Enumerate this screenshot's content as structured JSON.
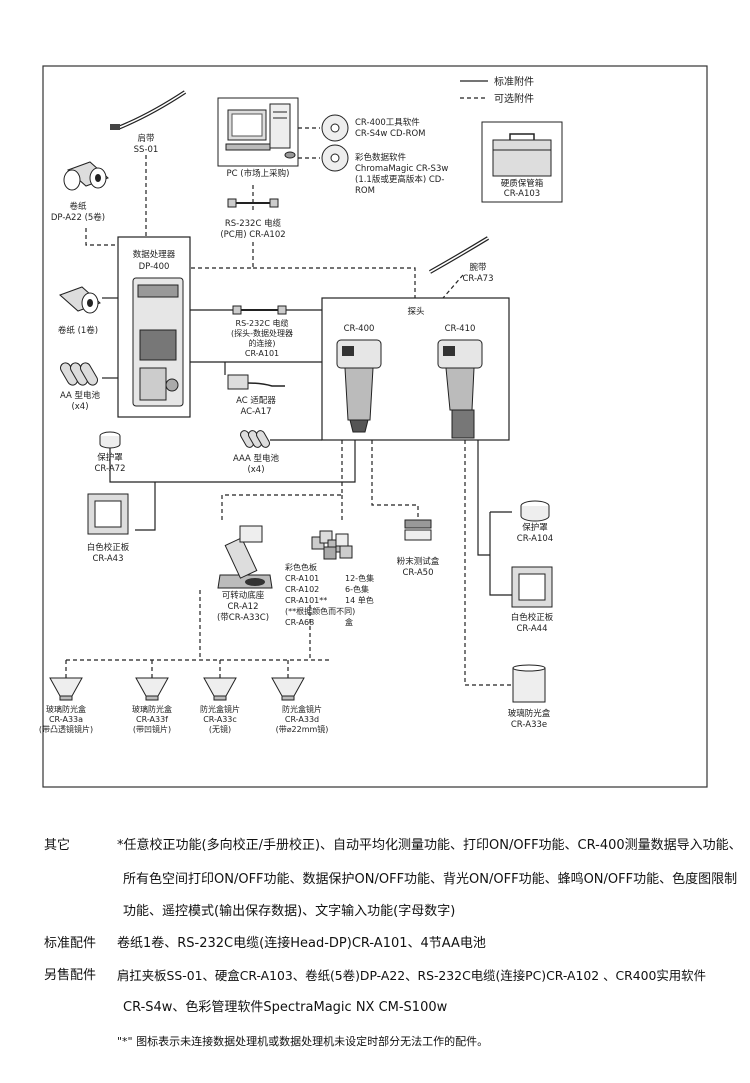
{
  "legend": {
    "standard": "标准附件",
    "optional": "可选附件"
  },
  "items": {
    "strap": [
      "肩带",
      "SS-01"
    ],
    "pc": [
      "PC (市场上采购)"
    ],
    "sw1": [
      "CR-400工具软件",
      "CR-S4w CD-ROM"
    ],
    "sw2": [
      "彩色数据软件",
      "ChromaMagic CR-S3w",
      "(1.1版或更高版本)  CD-",
      "ROM"
    ],
    "case": [
      "硬质保管箱",
      "CR-A103"
    ],
    "paper5": [
      "卷纸",
      "DP-A22 (5卷)"
    ],
    "rs232pc": [
      "RS-232C 电缆",
      "(PC用) CR-A102"
    ],
    "wrist": [
      "腕带",
      "CR-A73"
    ],
    "dp": [
      "数据处理器",
      "DP-400"
    ],
    "paper1": [
      "卷纸 (1卷)"
    ],
    "aa": [
      "AA 型电池",
      "(x4)"
    ],
    "rs232hd": [
      "RS-232C 电缆",
      "(探头-数据处理器",
      "的连接)",
      "CR-A101"
    ],
    "head_title": "探头",
    "cr400": "CR-400",
    "cr410": "CR-410",
    "adapter": [
      "AC 适配器",
      "AC-A17"
    ],
    "aaa": [
      "AAA 型电池",
      "(x4)"
    ],
    "cap72": [
      "保护罩",
      "CR-A72"
    ],
    "white43": [
      "白色校正板",
      "CR-A43"
    ],
    "cap104": [
      "保护罩",
      "CR-A104"
    ],
    "white44": [
      "白色校正板",
      "CR-A44"
    ],
    "stand": [
      "可转动底座",
      "CR-A12",
      "(带CR-A33C)"
    ],
    "tiles": [
      "彩色色板",
      "CR-A101",
      "CR-A102",
      "CR-A101**",
      "(**根据颜色而不同)",
      "CR-A68"
    ],
    "tiles_right": [
      "12-色集",
      "6-色集",
      "14 单色",
      "",
      "盒"
    ],
    "powder": [
      "粉末测试盒",
      "CR-A50"
    ],
    "a33a": [
      "玻璃防光盒",
      "CR-A33a",
      "(带凸透镜镜片)"
    ],
    "a33f": [
      "玻璃防光盒",
      "CR-A33f",
      "(带凹镜片)"
    ],
    "a33c": [
      "防光盒镜片",
      "CR-A33c",
      "(无镜)"
    ],
    "a33d": [
      "防光盒镜片",
      "CR-A33d",
      "(带⌀22mm镜)"
    ],
    "a33e": [
      "玻璃防光盒",
      "CR-A33e"
    ]
  },
  "notes": {
    "other_label": "其它",
    "other_lines": [
      "*任意校正功能(多向校正/手册校正)、自动平均化测量功能、打印ON/OFF功能、CR-400测量数据导入功能、",
      "所有色空间打印ON/OFF功能、数据保护ON/OFF功能、背光ON/OFF功能、蜂鸣ON/OFF功能、色度图限制",
      "功能、遥控模式(输出保存数据)、文字输入功能(字母数字)"
    ],
    "standard_label": "标准配件",
    "standard_text": "卷纸1卷、RS-232C电缆(连接Head-DP)CR-A101、4节AA电池",
    "optional_label": "另售配件",
    "optional_lines": [
      "肩扛夹板SS-01、硬盒CR-A103、卷纸(5卷)DP-A22、RS-232C电缆(连接PC)CR-A102 、CR400实用软件",
      "CR-S4w、色彩管理软件SpectraMagic NX CM-S100w"
    ],
    "footnote": "\"*\" 图标表示未连接数据处理机或数据处理机未设定时部分无法工作的配件。"
  }
}
